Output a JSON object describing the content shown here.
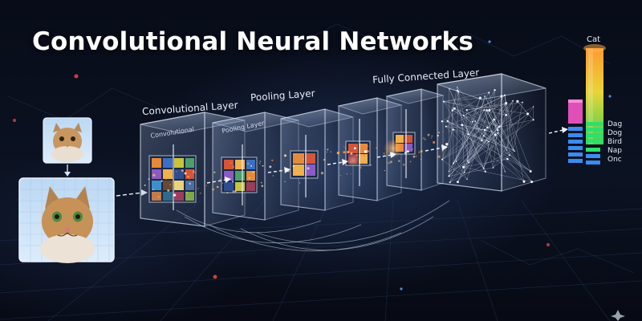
{
  "title": "Convolutional Neural Networks",
  "layers": {
    "convolutional": "Convolutional Layer",
    "pooling": "Pooling Layer",
    "fully_connected": "Fully Connected Layer"
  },
  "panel_text": {
    "conv_face": "Convolutional",
    "pool_face": "Pooling Layer"
  },
  "output": {
    "top_label": "Cat",
    "labels": [
      "Dag",
      "Dog",
      "Bird",
      "Nap",
      "Onc"
    ]
  },
  "colors": {
    "background": "#070b16",
    "accent_glow": "#ffb347",
    "cat_bar": "#f2d13a",
    "green_bars": "#2ee06a",
    "blue_bars": "#3a8cf0",
    "magenta_bar": "#e04fb8"
  }
}
